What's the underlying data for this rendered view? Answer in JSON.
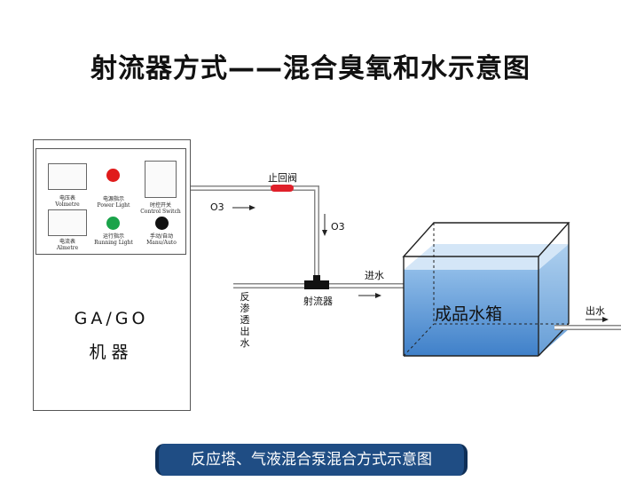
{
  "title": "射流器方式——混合臭氧和水示意图",
  "machine": {
    "meter1": {
      "cn": "电压表",
      "en": "Volmetre"
    },
    "power_light": {
      "cn": "电源指示",
      "en": "Power Light"
    },
    "control_switch": {
      "cn": "时控开关",
      "en": "Control Switch"
    },
    "meter2": {
      "cn": "电流表",
      "en": "Almetre"
    },
    "running_light": {
      "cn": "运行指示",
      "en": "Running Light"
    },
    "manu_auto": {
      "cn": "手动/自动",
      "en": "Manu/Auto"
    },
    "model": "GA/GO",
    "name": "机器"
  },
  "labels": {
    "check_valve": "止回阀",
    "o3_horizontal": "O3",
    "o3_vertical": "O3",
    "jet": "射流器",
    "water_in": "进水",
    "ro_water": "反渗透出水",
    "water_out": "出水",
    "tank": "成品水箱"
  },
  "colors": {
    "power_light": "#e01b1b",
    "running_light": "#1aa34a",
    "manu_auto": "#111111",
    "check_valve": "#e0202a",
    "water": "#5a97d6",
    "banner": "#1f4d84"
  },
  "banner": "反应塔、气液混合泵混合方式示意图"
}
